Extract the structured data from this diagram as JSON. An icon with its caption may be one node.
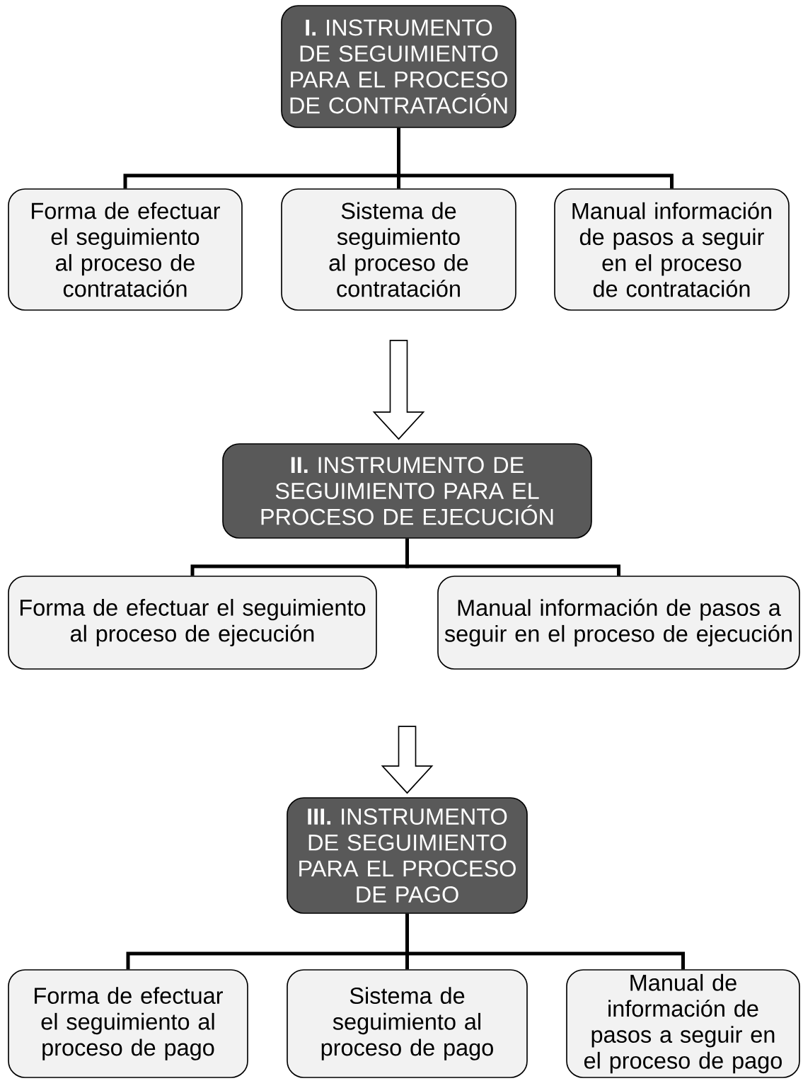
{
  "diagram": {
    "nodes": [
      {
        "text": [
          "**I.** INSTRUMENTO DE SEGUIMIENTO PARA EL PROCESO DE CONTRATACIÓN"
        ]
      },
      {
        "text": [
          "Forma de efectuar el seguimiento al proceso de contratación"
        ]
      },
      {
        "text": [
          "Sistema de seguimiento al proceso de contratación"
        ]
      },
      {
        "text": [
          "Manual información de pasos a seguir en el proceso de contratación"
        ]
      },
      {
        "text": [
          "**II.** INSTRUMENTO DE SEGUIMIENTO PARA EL PROCESO DE EJECUCIÓN"
        ]
      },
      {
        "text": [
          "Forma de efectuar el seguimiento al proceso de ejecución"
        ]
      },
      {
        "text": [
          "Manual información de pasos a seguir en el proceso de ejecución"
        ]
      },
      {
        "text": [
          "**III.** INSTRUMENTO DE SEGUIMIENTO PARA EL PROCESO DE PAGO"
        ]
      },
      {
        "text": [
          "Forma de efectuar el seguimiento al proceso de pago"
        ]
      },
      {
        "text": [
          "Sistema de seguimiento al proceso de pago"
        ]
      },
      {
        "text": [
          "Manual de información de pasos a seguir en el proceso de pago"
        ]
      }
    ],
    "edges": [
      {
        "from": 0,
        "to": 1,
        "arrow": "none"
      },
      {
        "from": 0,
        "to": 2,
        "arrow": "none"
      },
      {
        "from": 0,
        "to": 3,
        "arrow": "none"
      },
      {
        "from": 2,
        "to": 4,
        "arrow": "to"
      },
      {
        "from": 4,
        "to": 5,
        "arrow": "none"
      },
      {
        "from": 4,
        "to": 6,
        "arrow": "none"
      },
      {
        "from": null,
        "to": 7,
        "arrow": "to"
      },
      {
        "from": 7,
        "to": 8,
        "arrow": "none"
      },
      {
        "from": 7,
        "to": 9,
        "arrow": "none"
      },
      {
        "from": 7,
        "to": 10,
        "arrow": "none"
      }
    ]
  }
}
